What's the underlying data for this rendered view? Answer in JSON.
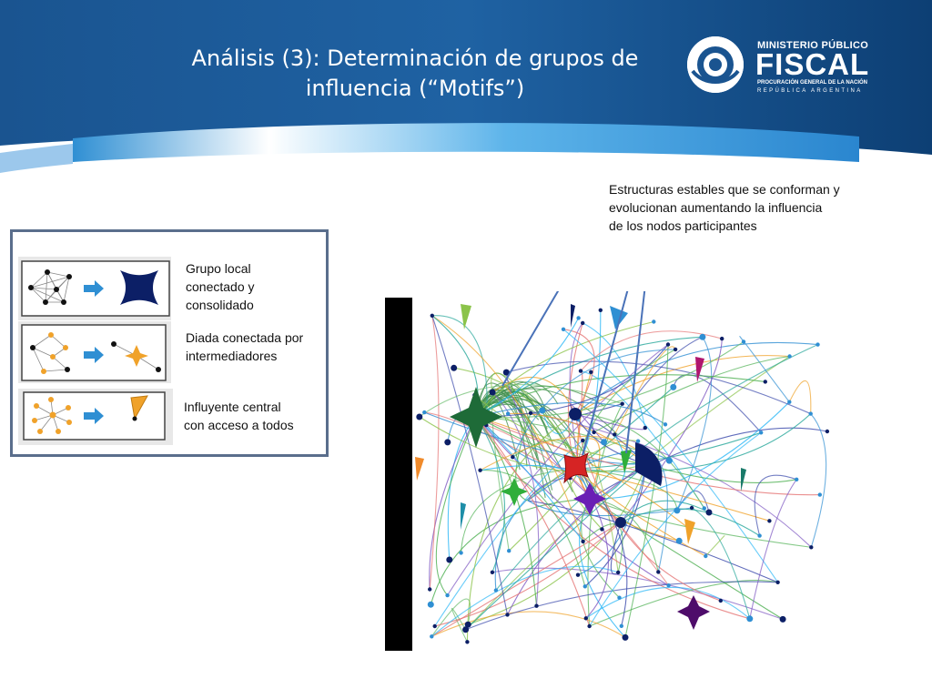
{
  "header": {
    "title_line1": "Análisis (3): Determinación de grupos de",
    "title_line2": "influencia (“Motifs”)"
  },
  "logo": {
    "line1": "MINISTERIO PÚBLICO",
    "line2": "FISCAL",
    "line3": "PROCURACIÓN GENERAL DE LA NACIÓN",
    "line4": "REPÚBLICA ARGENTINA"
  },
  "annotation": {
    "line1": "Estructuras estables que se conforman y",
    "line2": "evolucionan aumentando la influencia",
    "line3": "de los nodos participantes"
  },
  "legend": {
    "items": [
      {
        "label_lines": [
          "Grupo local",
          "conectado y",
          "consolidado"
        ]
      },
      {
        "label_lines": [
          "Diada conectada por",
          "intermediadores"
        ]
      },
      {
        "label_lines": [
          "Influyente central",
          "con acceso a todos"
        ]
      }
    ]
  },
  "colors": {
    "header_dark": "#0b3a6b",
    "header_mid": "#1d5d9c",
    "arrow_blue": "#4a72b8",
    "legend_border": "#5a6e8c",
    "navy_motif": "#0c1f66",
    "orange_motif": "#f0a22a",
    "green_motif": "#1e6b38",
    "red_motif": "#d62424",
    "purple_motif": "#6a1fb5"
  }
}
